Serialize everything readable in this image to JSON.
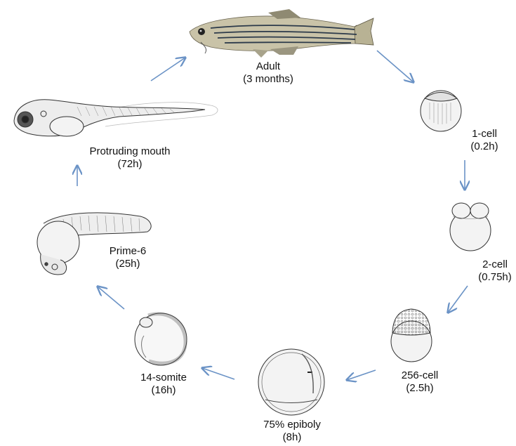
{
  "colors": {
    "arrow": "#6b93c6",
    "outline": "#333333",
    "yolk": "#f3f3f3",
    "fish_body": "#c9c3a8",
    "fish_stripe": "#2c3a4a"
  },
  "stages": [
    {
      "id": "adult",
      "name": "Adult",
      "time": "(3 months)",
      "icon": "adult-zebrafish-photo"
    },
    {
      "id": "one-cell",
      "name": "1-cell",
      "time": "(0.2h)",
      "icon": "one-cell-embryo-drawing"
    },
    {
      "id": "two-cell",
      "name": "2-cell",
      "time": "(0.75h)",
      "icon": "two-cell-embryo-drawing"
    },
    {
      "id": "cell-256",
      "name": "256-cell",
      "time": "(2.5h)",
      "icon": "256-cell-embryo-drawing"
    },
    {
      "id": "epiboly",
      "name": "75% epiboly",
      "time": "(8h)",
      "icon": "epiboly-embryo-drawing"
    },
    {
      "id": "somite",
      "name": "14-somite",
      "time": "(16h)",
      "icon": "somite-embryo-drawing"
    },
    {
      "id": "prime",
      "name": "Prime-6",
      "time": "(25h)",
      "icon": "prime-6-embryo-drawing"
    },
    {
      "id": "mouth",
      "name": "Protruding mouth",
      "time": "(72h)",
      "icon": "protruding-mouth-larva-drawing"
    }
  ]
}
